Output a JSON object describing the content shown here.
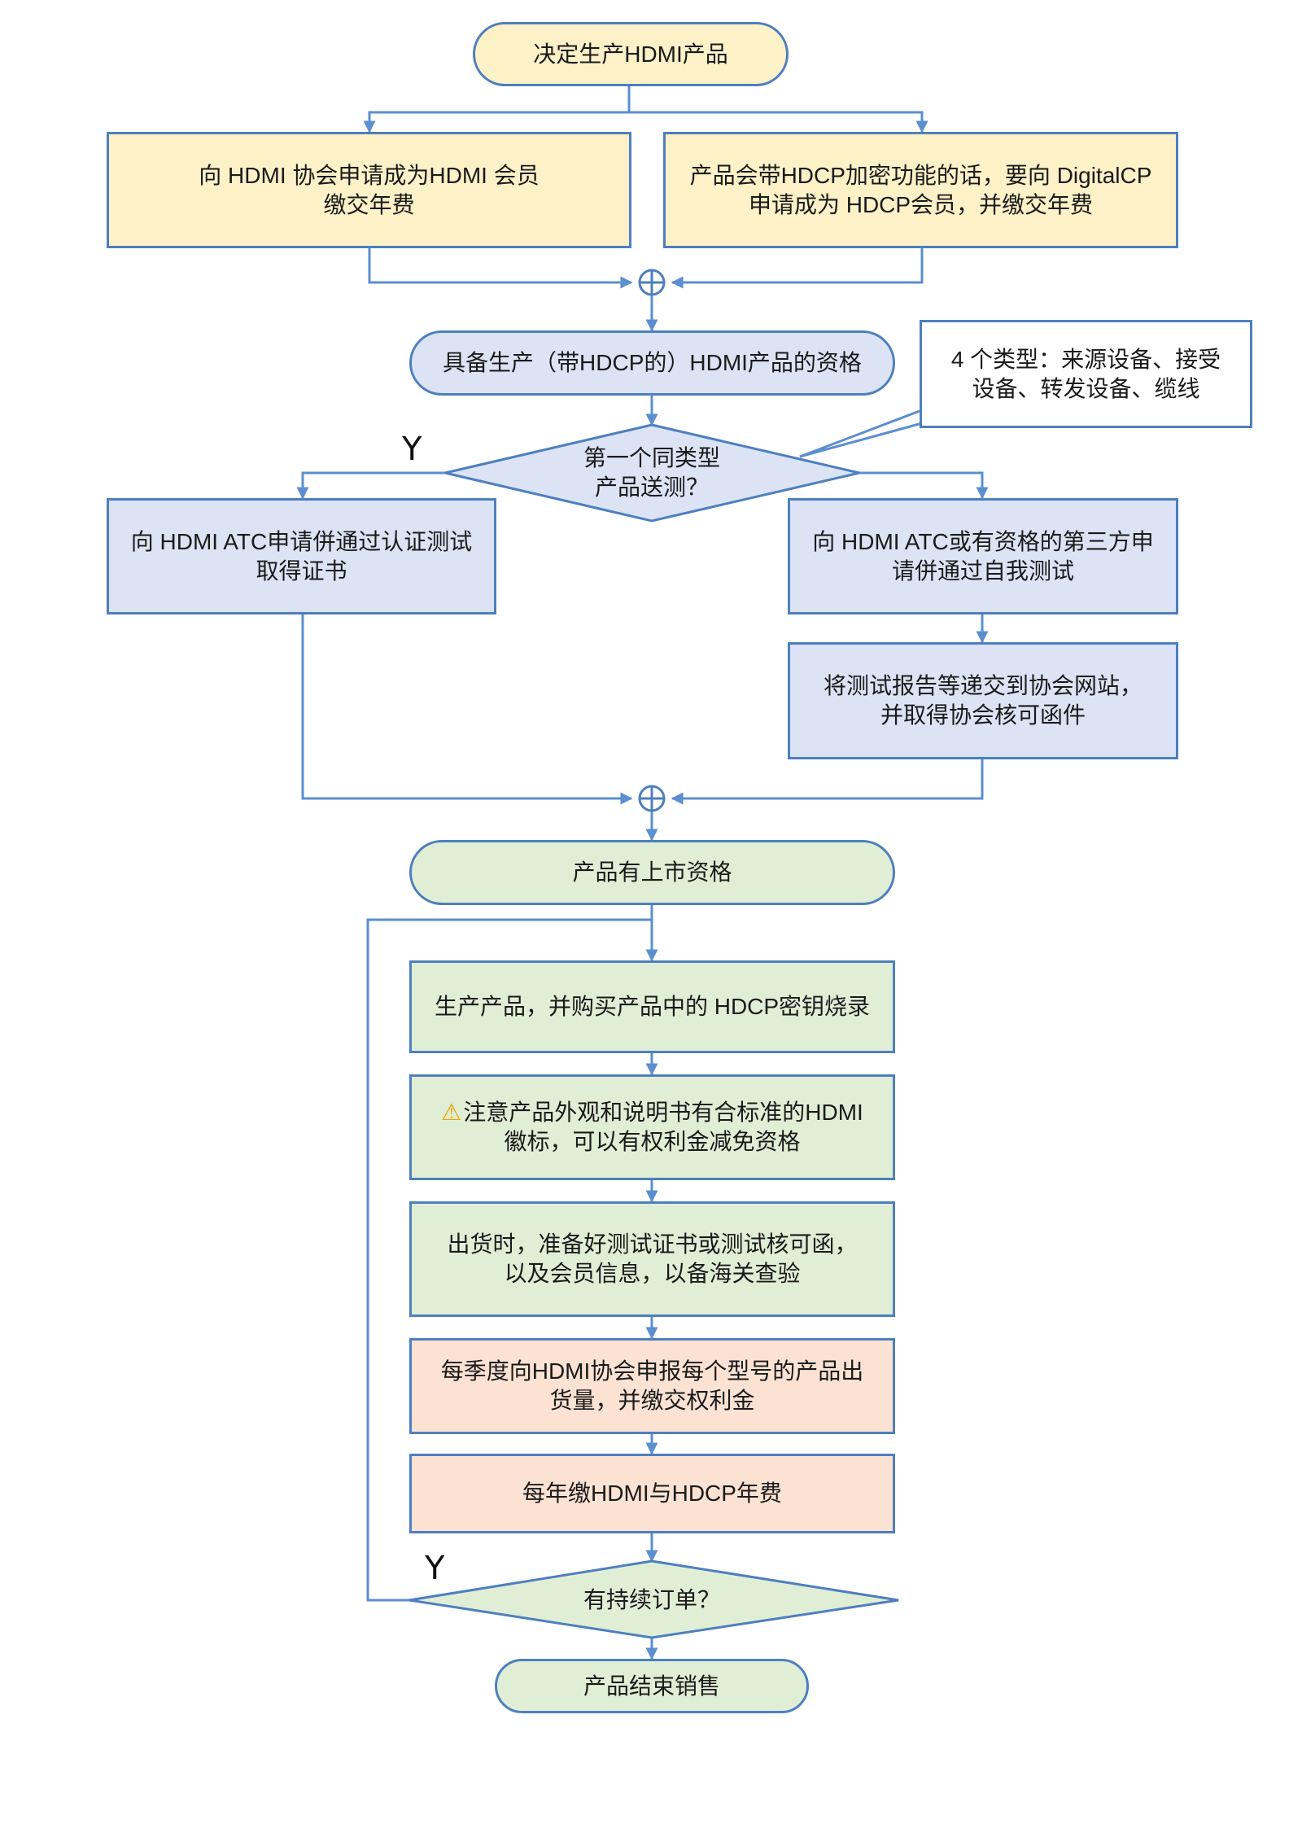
{
  "flow": {
    "start": "决定生产HDMI产品",
    "member_hdmi": [
      "向 HDMI 协会申请成为HDMI 会员",
      "缴交年费"
    ],
    "member_hdcp": [
      "产品会带HDCP加密功能的话，要向 DigitalCP",
      "申请成为 HDCP会员，并缴交年费"
    ],
    "qualified": "具备生产（带HDCP的）HDMI产品的资格",
    "note": [
      "4 个类型：来源设备、接受",
      "设备、转发设备、缆线"
    ],
    "decision_first": [
      "第一个同类型",
      "产品送测？"
    ],
    "yes_label": "Y",
    "atc_cert": [
      "向 HDMI ATC申请併通过认证测试",
      "取得证书"
    ],
    "self_test": [
      "向 HDMI ATC或有资格的第三方申",
      "请併通过自我测试"
    ],
    "submit_report": [
      "将测试报告等递交到协会网站，",
      "并取得协会核可函件"
    ],
    "market_ready": "产品有上市资格",
    "produce": "生产产品，并购买产品中的 HDCP密钥烧录",
    "logo_notice": [
      "注意产品外观和说明书有合标准的HDMI",
      "徽标，可以有权利金减免资格"
    ],
    "warning_icon": "warning-icon",
    "shipping": [
      "出货时，准备好测试证书或测试核可函，",
      "以及会员信息，以备海关查验"
    ],
    "quarterly_report": [
      "每季度向HDMI协会申报每个型号的产品出",
      "货量，并缴交权利金"
    ],
    "annual_fee": "每年缴HDMI与HDCP年费",
    "decision_orders": "有持续订单？",
    "yes_label_2": "Y",
    "end": "产品结束销售"
  },
  "colors": {
    "line": "#5b8fd0",
    "border": "#4e7fbf",
    "yellow": "#fdf1c8",
    "blue": "#dbe3f4",
    "green": "#e1eed6",
    "peach": "#fbe2d3"
  }
}
